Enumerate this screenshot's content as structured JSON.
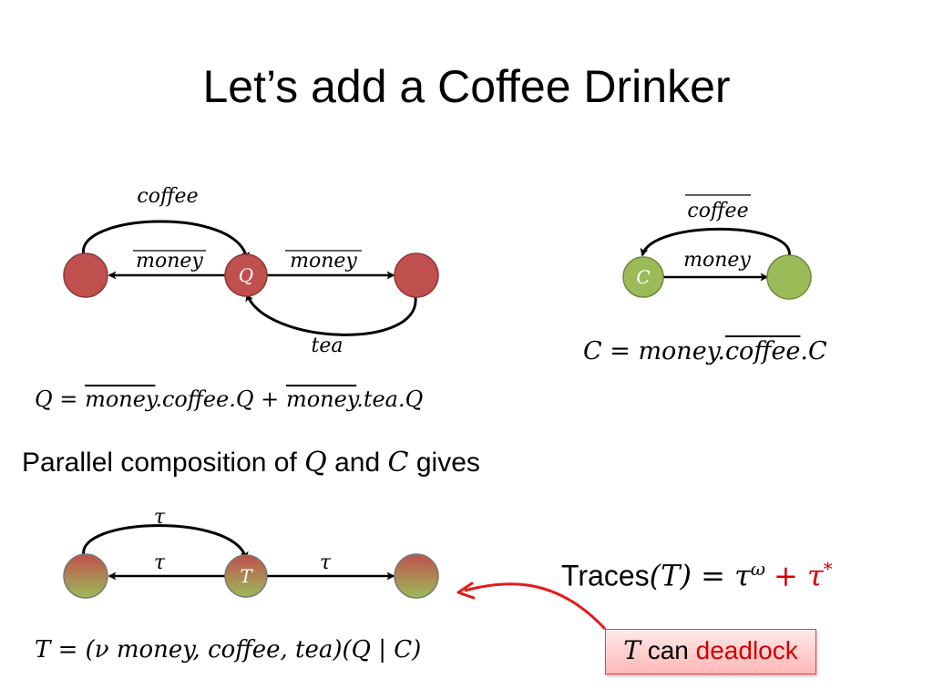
{
  "slide": {
    "title": "Let’s add a Coffee Drinker"
  },
  "q_diagram": {
    "label_top": "coffee",
    "label_left": "money",
    "label_right": "money",
    "label_bottom": "tea",
    "node_center": "Q",
    "node_color": "#c0504d"
  },
  "c_diagram": {
    "label_top": "coffee",
    "label_middle": "money",
    "node_left": "C",
    "node_color": "#9bbb59"
  },
  "formula_q": {
    "lhs": "Q =",
    "money1": "money",
    "term1": ".coffee.Q +",
    "money2": "money",
    "term2": ".tea.Q"
  },
  "formula_c": {
    "lhs": "C = money.",
    "coffee": "coffee",
    "rhs": ".C"
  },
  "sentence": {
    "part1": "Parallel composition of",
    "q": "Q",
    "part2": "and",
    "c": "C",
    "part3": "gives"
  },
  "t_diagram": {
    "label_top": "τ",
    "label_left": "τ",
    "label_right": "τ",
    "node_center": "T"
  },
  "formula_t": {
    "text": "T = (ν money, coffee, tea)(Q | C)"
  },
  "traces": {
    "word": "Traces",
    "arg": "(T) = τ",
    "sup1": "ω",
    "plus": "+ τ",
    "sup2": "*"
  },
  "callout": {
    "t": "T",
    "can": "can",
    "deadlock": "deadlock"
  }
}
